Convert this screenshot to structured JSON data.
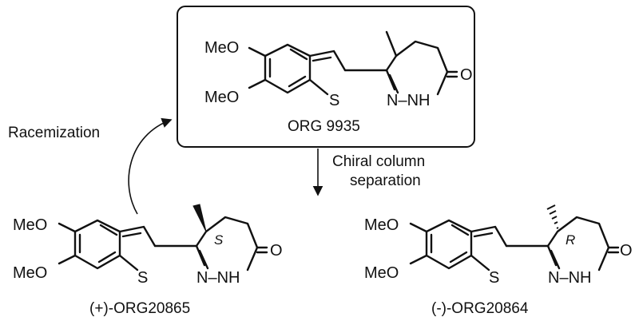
{
  "compounds": {
    "top": {
      "name": "ORG 9935",
      "substituent_1": "MeO",
      "substituent_2": "MeO",
      "ring_s": "S",
      "nn": "N–NH",
      "carbonyl": "O"
    },
    "left": {
      "name": "(+)-ORG20865",
      "substituent_1": "MeO",
      "substituent_2": "MeO",
      "ring_s": "S",
      "stereo": "S",
      "nn": "N–NH",
      "carbonyl": "O"
    },
    "right": {
      "name": "(-)-ORG20864",
      "substituent_1": "MeO",
      "substituent_2": "MeO",
      "ring_s": "S",
      "stereo": "R",
      "nn": "N–NH",
      "carbonyl": "O"
    }
  },
  "arrows": {
    "racemization": "Racemization",
    "separation_line1": "Chiral column",
    "separation_line2": "separation"
  }
}
